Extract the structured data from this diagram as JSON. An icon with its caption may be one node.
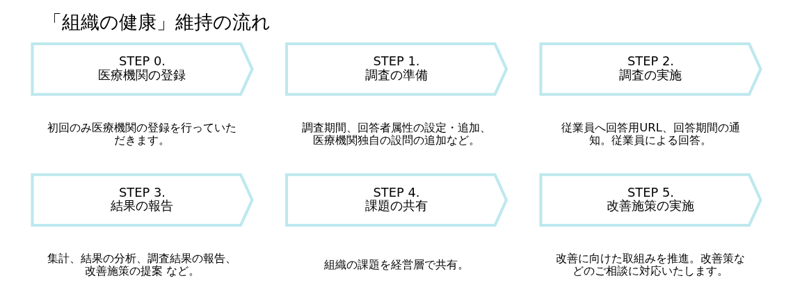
{
  "diagram": {
    "title": "「組織の健康」維持の流れ",
    "nodes": [
      {
        "text": [
          "STEP 0.",
          "医療機関の登録"
        ],
        "beside": [
          "初回のみ医療機関の登録を行っていただきます。"
        ]
      },
      {
        "text": [
          "STEP 1.",
          "調査の準備"
        ],
        "beside": [
          "調査期間、回答者属性の設定・追加、医療機関独自の設問の追加など。"
        ]
      },
      {
        "text": [
          "STEP 2.",
          "調査の実施"
        ],
        "beside": [
          "従業員へ回答用URL、回答期間の通知。従業員による回答。"
        ]
      },
      {
        "text": [
          "STEP 3.",
          "結果の報告"
        ],
        "beside": [
          "集計、結果の分析、調査結果の報告、改善施策の提案 など。"
        ]
      },
      {
        "text": [
          "STEP 4.",
          "課題の共有"
        ],
        "beside": [
          "組織の課題を経営層で共有。"
        ]
      },
      {
        "text": [
          "STEP 5.",
          "改善施策の実施"
        ],
        "beside": [
          "改善に向けた取組みを推進。改善策などのご相談に対応いたします。"
        ]
      }
    ],
    "edges": []
  }
}
